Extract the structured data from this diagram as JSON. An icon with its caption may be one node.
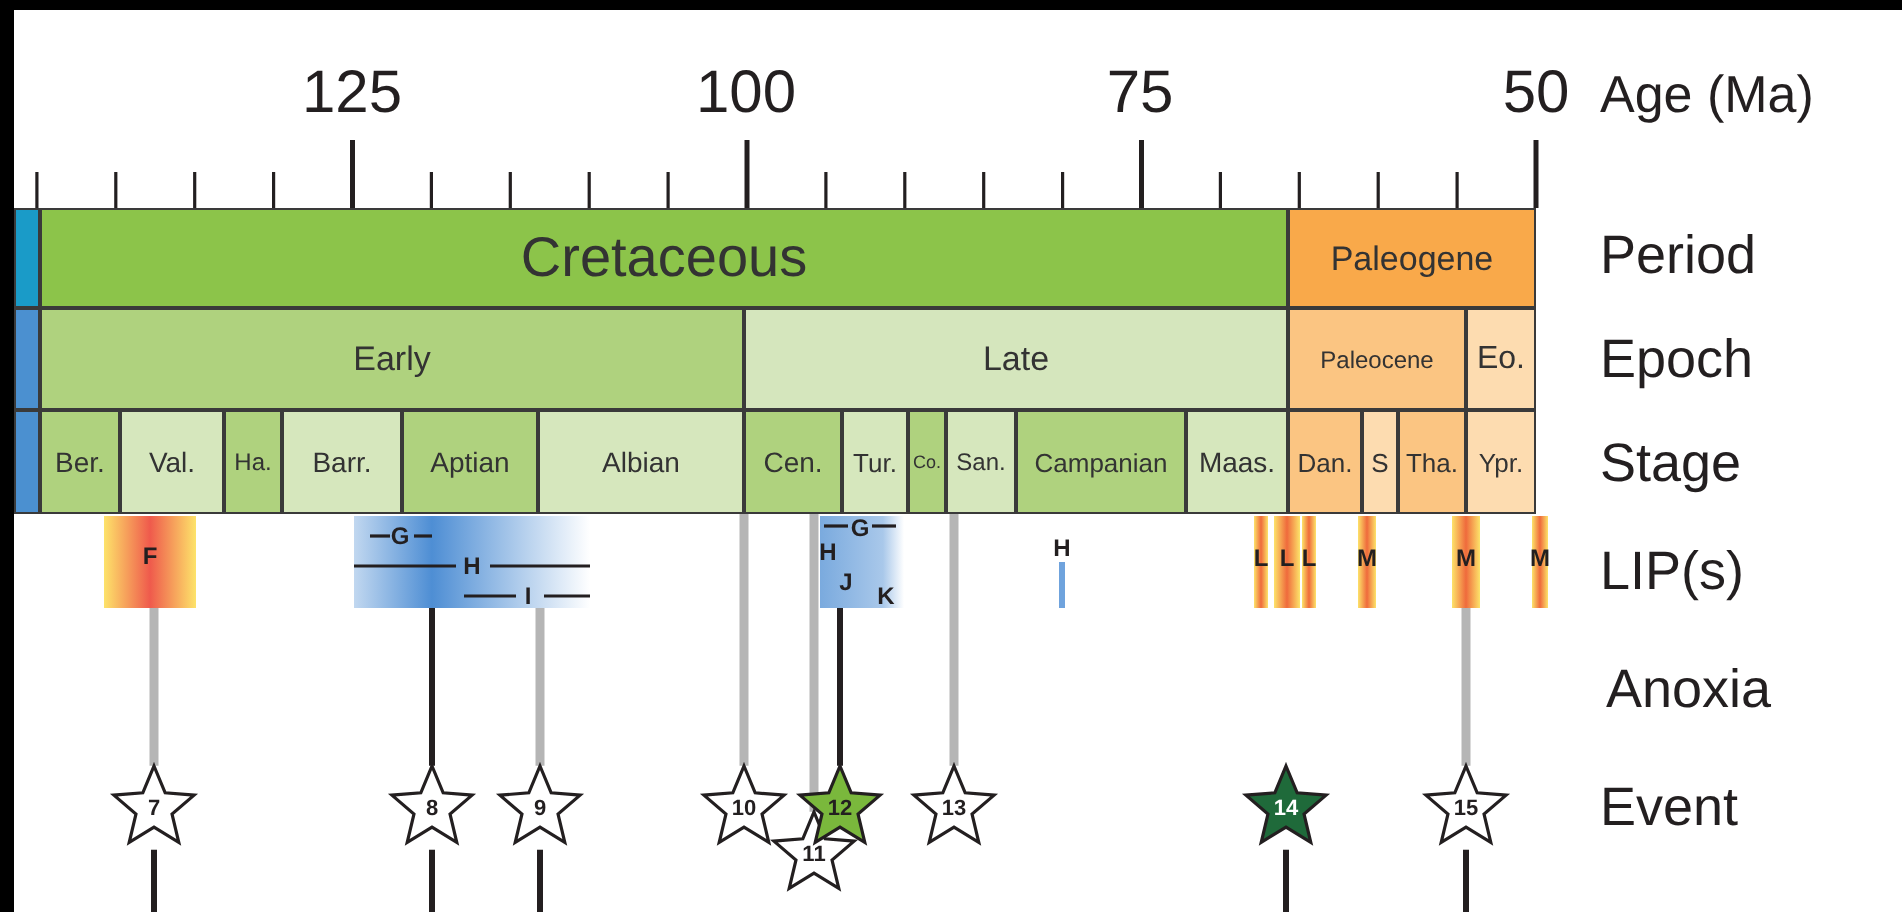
{
  "diagram": {
    "nodes": [
      {
        "text": [],
        "shape": "bar"
      },
      {
        "text": [
          "Cretaceous"
        ]
      },
      {
        "text": [
          "Paleogene"
        ]
      },
      {
        "text": [],
        "shape": "bar"
      },
      {
        "text": [
          "Early"
        ]
      },
      {
        "text": [
          "Late"
        ]
      },
      {
        "text": [
          "Paleocene"
        ]
      },
      {
        "text": [
          "Eo."
        ]
      },
      {
        "text": [],
        "shape": "bar"
      },
      {
        "text": [
          "Ber."
        ]
      },
      {
        "text": [
          "Val."
        ]
      },
      {
        "text": [
          "Ha."
        ]
      },
      {
        "text": [
          "Barr."
        ]
      },
      {
        "text": [
          "Aptian"
        ]
      },
      {
        "text": [
          "Albian"
        ]
      },
      {
        "text": [
          "Cen."
        ]
      },
      {
        "text": [
          "Tur."
        ]
      },
      {
        "text": [
          "Co."
        ]
      },
      {
        "text": [
          "San."
        ]
      },
      {
        "text": [
          "Campanian"
        ]
      },
      {
        "text": [
          "Maas."
        ]
      },
      {
        "text": [
          "Dan."
        ]
      },
      {
        "text": [
          "S"
        ]
      },
      {
        "text": [
          "Tha."
        ]
      },
      {
        "text": [
          "Ypr."
        ]
      },
      {
        "text": [
          "F"
        ]
      },
      {
        "text": [
          "G",
          "H",
          "I"
        ]
      },
      {
        "text": [
          "G",
          "H",
          "J",
          "K"
        ]
      },
      {
        "text": [
          "H"
        ]
      },
      {
        "text": [
          "L"
        ]
      },
      {
        "text": [
          "L"
        ]
      },
      {
        "text": [
          "L"
        ]
      },
      {
        "text": [
          "M"
        ]
      },
      {
        "text": [
          "M"
        ]
      },
      {
        "text": [
          "M"
        ]
      },
      {
        "text": [
          "7"
        ]
      },
      {
        "text": [
          "8"
        ]
      },
      {
        "text": [
          "9"
        ]
      },
      {
        "text": [
          "10"
        ]
      },
      {
        "text": [
          "11"
        ]
      },
      {
        "text": [
          "12"
        ]
      },
      {
        "text": [
          "13"
        ]
      },
      {
        "text": [
          "14"
        ]
      },
      {
        "text": [
          "15"
        ]
      }
    ],
    "edges": [
      {
        "from": 25,
        "to": 35,
        "arrow": "none",
        "color": "#b5b5b5"
      },
      {
        "from": 26,
        "to": 36,
        "arrow": "none"
      },
      {
        "from": 26,
        "to": 37,
        "arrow": "none",
        "color": "#b5b5b5"
      },
      {
        "from": 15,
        "to": 38,
        "arrow": "none",
        "color": "#b5b5b5"
      },
      {
        "from": 15,
        "to": 39,
        "arrow": "none",
        "color": "#b5b5b5"
      },
      {
        "from": 27,
        "to": 40,
        "arrow": "none"
      },
      {
        "from": 18,
        "to": 41,
        "arrow": "none",
        "color": "#b5b5b5"
      },
      {
        "from": 33,
        "to": 43,
        "arrow": "none",
        "color": "#b5b5b5"
      },
      {
        "from": 35,
        "to": null,
        "arrow": "none"
      },
      {
        "from": 36,
        "to": null,
        "arrow": "none"
      },
      {
        "from": 37,
        "to": null,
        "arrow": "none"
      },
      {
        "from": 42,
        "to": null,
        "arrow": "none"
      },
      {
        "from": 43,
        "to": null,
        "arrow": "none"
      }
    ],
    "labels": [
      "125",
      "100",
      "75",
      "50",
      "Age (Ma)",
      "Period",
      "Epoch",
      "Stage",
      "LIP(s)",
      "Anoxia",
      "Event"
    ]
  }
}
